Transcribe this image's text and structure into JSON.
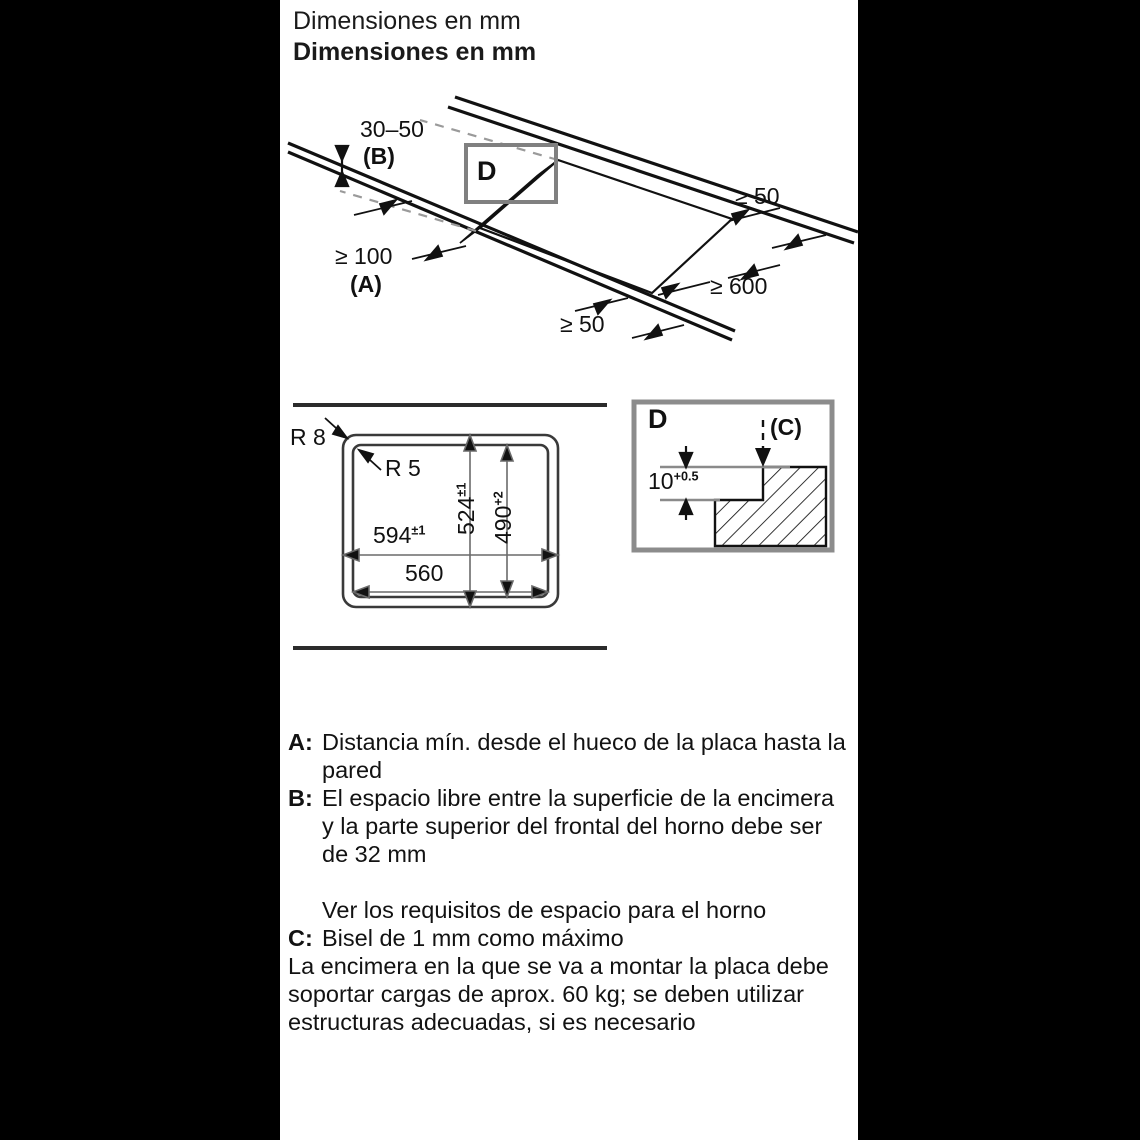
{
  "document": {
    "headings": [
      {
        "text": "Dimensiones en mm",
        "weight": "regular"
      },
      {
        "text": "Dimensiones en mm",
        "weight": "bold"
      }
    ]
  },
  "figures": {
    "installation_isometric": {
      "name": "worktop-cutout-isometric",
      "labels": {
        "gap_front_range": "30–50",
        "gap_front_ref": "(B)",
        "wall_distance": "≥ 100",
        "wall_distance_ref": "(A)",
        "detail_callout": "D",
        "right_clearance": "≥ 50",
        "rear_depth": "≥ 600",
        "front_clearance": "≥ 50"
      }
    },
    "cutout_plan": {
      "name": "cutout-dimensions-plan",
      "labels": {
        "outer_radius": "R 8",
        "inner_radius": "R 5",
        "outer_width": "594",
        "outer_width_tol": "±1",
        "cutout_width": "560",
        "outer_depth": "524",
        "outer_depth_tol": "±1",
        "cutout_depth": "490",
        "cutout_depth_tol": "+2"
      }
    },
    "detail_d": {
      "name": "detail-d-edge-section",
      "labels": {
        "title": "D",
        "thickness": "10",
        "thickness_tol": "+0.5",
        "bevel_ref": "(C)"
      }
    }
  },
  "legend": {
    "entries": [
      {
        "type": "keyed",
        "key": "A:",
        "text": "Distancia mín. desde el hueco de la placa hasta la pared"
      },
      {
        "type": "keyed",
        "key": "B:",
        "text": "El espacio libre entre la superficie de la encimera y la parte superior del frontal del horno debe ser de 32 mm"
      },
      {
        "type": "spacer",
        "text": ""
      },
      {
        "type": "indented",
        "text": "Ver los requisitos de espacio para el horno"
      },
      {
        "type": "keyed",
        "key": "C:",
        "text": "Bisel de 1 mm como máximo"
      },
      {
        "type": "plain",
        "text": "La encimera en la que se va a montar la placa debe soportar cargas de aprox. 60 kg; se deben utilizar estructuras adecuadas, si es necesario"
      }
    ]
  },
  "colors": {
    "ink": "#111111",
    "paper": "#ffffff",
    "letterbox": "#000000",
    "callout_border": "#808080",
    "dimension_line": "#555555"
  }
}
